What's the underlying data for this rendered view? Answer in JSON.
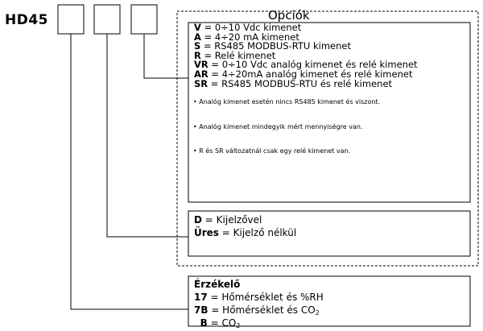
{
  "model": "HD45",
  "options": {
    "title": "Opciók",
    "lines": [
      {
        "code": "V",
        "text": "= 0÷10 Vdc kimenet"
      },
      {
        "code": "A",
        "text": "= 4÷20 mA kimenet"
      },
      {
        "code": "S",
        "text": "= RS485 MODBUS-RTU kimenet"
      },
      {
        "code": "R",
        "text": "= Relé kimenet"
      },
      {
        "code": "VR",
        "text": "= 0÷10 Vdc analóg kimenet és relé kimenet"
      },
      {
        "code": "AR",
        "text": "= 4÷20mA analóg kimenet és relé kimenet"
      },
      {
        "code": "SR",
        "text": "= RS485 MODBUS-RTU és relé kimenet"
      }
    ],
    "notes": [
      "• Analóg kimenet esetén nincs RS485 kimenet és viszont.",
      "• Analóg kimenet mindegyik mért mennyiségre van.",
      "• R és SR változatnál csak egy relé kimenet van."
    ]
  },
  "display": {
    "lines": [
      {
        "code": "D",
        "text": " = Kijelzővel"
      },
      {
        "code": "Üres",
        "text": " = Kijelző nélkül"
      }
    ]
  },
  "sensor": {
    "title": "Érzékelő",
    "lines": [
      {
        "code": "17",
        "text": "  = Hőmérséklet  és %RH"
      },
      {
        "code": "7B",
        "text": " = Hőmérséklet  és CO",
        "sub": "2"
      },
      {
        "code": "B",
        "text": "  = CO",
        "sub": "2"
      }
    ]
  }
}
